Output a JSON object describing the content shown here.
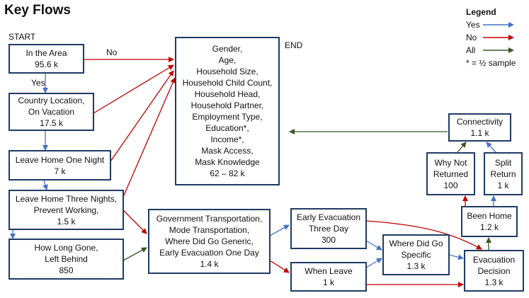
{
  "title": "Key Flows",
  "start_label": "START",
  "end_label": "END",
  "legend": {
    "title": "Legend",
    "items": [
      {
        "label": "Yes",
        "color": "#4472c4"
      },
      {
        "label": "No",
        "color": "#c00000"
      },
      {
        "label": "All",
        "color": "#375623"
      }
    ],
    "note": "* = ½ sample"
  },
  "edge_labels": {
    "no": "No",
    "yes": "Yes"
  },
  "boxes": {
    "in_area": [
      "In the Area",
      "95.6 k"
    ],
    "country_location": [
      "Country Location,",
      "On Vacation",
      "17.5 k"
    ],
    "leave_one_night": [
      "Leave Home One Night",
      "7 k"
    ],
    "leave_three_nights": [
      "Leave Home Three Nights,",
      "Prevent Working,",
      "1.5 k"
    ],
    "how_long_gone": [
      "How Long Gone,",
      "Left Behind",
      "850"
    ],
    "demographics": [
      "Gender,",
      "Age,",
      "Household Size,",
      "Household Child Count,",
      "Household Head,",
      "Household Partner,",
      "Employment Type,",
      "Education*,",
      "Income*,",
      "Mask Access,",
      "Mask Knowledge",
      "62 – 82 k"
    ],
    "gov_transport": [
      "Government Transportation,",
      "Mode Transportation,",
      "Where Did Go Generic,",
      "Early Evacuation One Day",
      "1.4 k"
    ],
    "early_evac_three": [
      "Early Evacuation",
      "Three Day",
      "300"
    ],
    "when_leave": [
      "When Leave",
      "1 k"
    ],
    "where_specific": [
      "Where Did Go",
      "Specific",
      "1.3 k"
    ],
    "evac_decision": [
      "Evacuation",
      "Decision",
      "1.3 k"
    ],
    "been_home": [
      "Been Home",
      "1.2 k"
    ],
    "why_not_returned": [
      "Why Not",
      "Returned",
      "100"
    ],
    "split_return": [
      "Split",
      "Return",
      "1 k"
    ],
    "connectivity": [
      "Connectivity",
      "1.1 k"
    ]
  },
  "colors": {
    "box_border": "#1f3b63",
    "yes": "#4472c4",
    "no": "#c00000",
    "all": "#375623"
  }
}
